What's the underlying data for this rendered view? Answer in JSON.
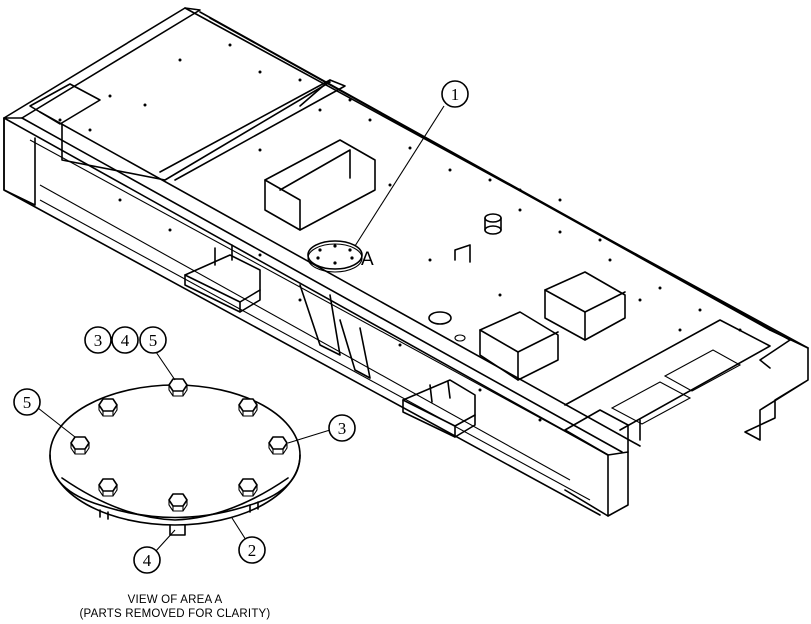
{
  "diagram": {
    "area_label": "A",
    "caption_line1": "VIEW OF AREA  A",
    "caption_line2": "(PARTS REMOVED FOR CLARITY)",
    "callouts": [
      {
        "id": "c1",
        "label": "1"
      },
      {
        "id": "c3a",
        "label": "3"
      },
      {
        "id": "c4a",
        "label": "4"
      },
      {
        "id": "c5a",
        "label": "5"
      },
      {
        "id": "c5b",
        "label": "5"
      },
      {
        "id": "c3b",
        "label": "3"
      },
      {
        "id": "c4b",
        "label": "4"
      },
      {
        "id": "c2",
        "label": "2"
      }
    ]
  }
}
